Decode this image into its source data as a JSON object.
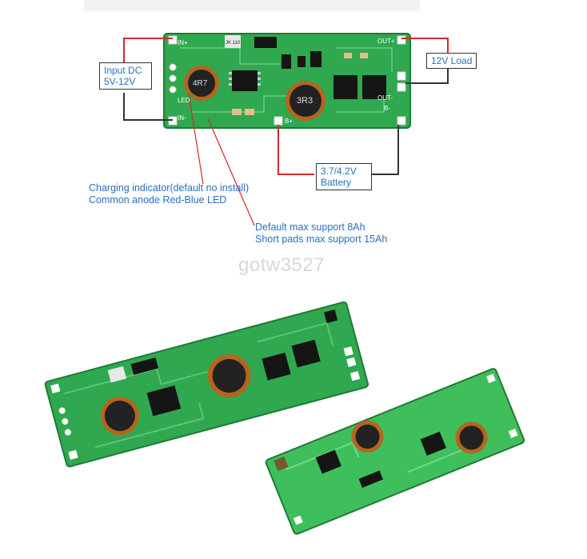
{
  "watermark": "gotw3527",
  "boxes": {
    "input": [
      "Input DC",
      "5V-12V"
    ],
    "load": "12V Load",
    "battery": [
      "3.7/4.2V",
      "Battery"
    ]
  },
  "annotations": {
    "charging": [
      "Charging indicator(default no install)",
      "Common anode Red-Blue LED"
    ],
    "capacity": [
      "Default max support 8Ah",
      "Short pads max support 15Ah"
    ]
  },
  "pads": {
    "in_plus": "IN+",
    "in_minus": "IN-",
    "led": "LED",
    "out_plus": "OUT+",
    "out_minus": "OUT-",
    "b_plus": "B+",
    "b_minus": "B-"
  },
  "components": {
    "inductor_left": "4R7",
    "inductor_right": "3R3",
    "diode_mark": "JK 110"
  },
  "colors": {
    "pcb": "#2fa84f",
    "pcb_dark": "#1f7a36",
    "wire_red": "#d22a2a",
    "wire_dark": "#333333",
    "text_blue": "#2a6fc1"
  }
}
